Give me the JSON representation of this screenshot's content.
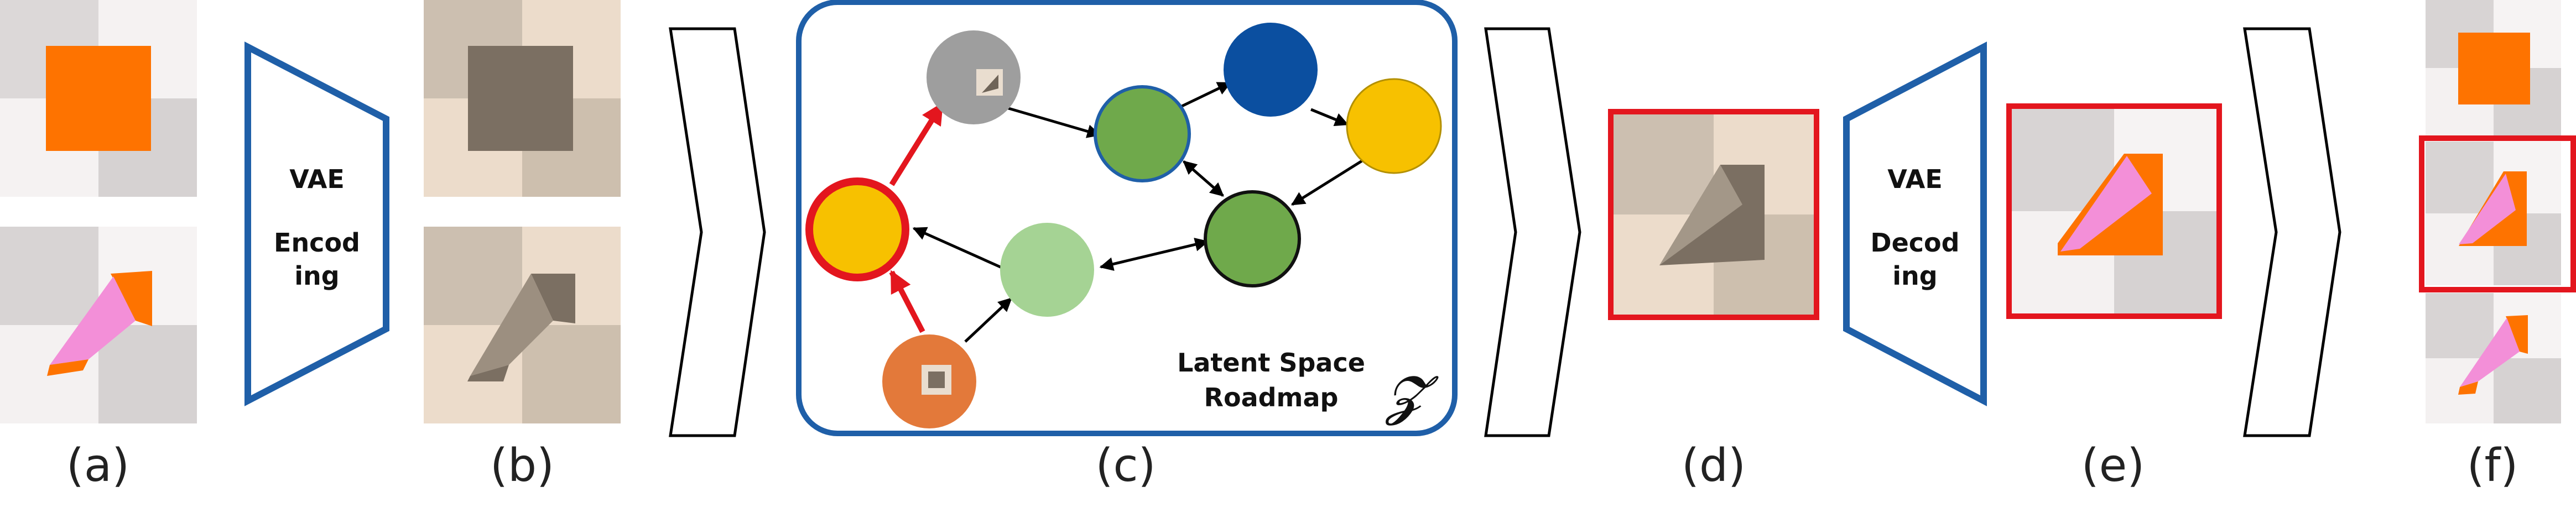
{
  "captions": [
    "(a)",
    "(b)",
    "(c)",
    "(d)",
    "(e)",
    "(f)"
  ],
  "encoder": {
    "line1": "VAE",
    "line2": "Encod",
    "line3": "ing"
  },
  "decoder": {
    "line1": "VAE",
    "line2": "Decod",
    "line3": "ing"
  },
  "roadmap": {
    "title_line1": "Latent Space",
    "title_line2": "Roadmap",
    "symbol": "𝓩"
  },
  "colors": {
    "encoder_outline": "#1f5fa8",
    "roadmap_border": "#1f5fa8",
    "highlight": "#e3161e",
    "node_gray": "#9e9e9e",
    "node_green": "#6fa94b",
    "node_blue": "#0b4fa0",
    "node_yellow": "#f7c100",
    "node_light_green": "#a5d394",
    "node_orange": "#e3793a",
    "orange_square": "#fe7300",
    "pink": "#f38fd8",
    "latent_square": "#7b6f62"
  }
}
